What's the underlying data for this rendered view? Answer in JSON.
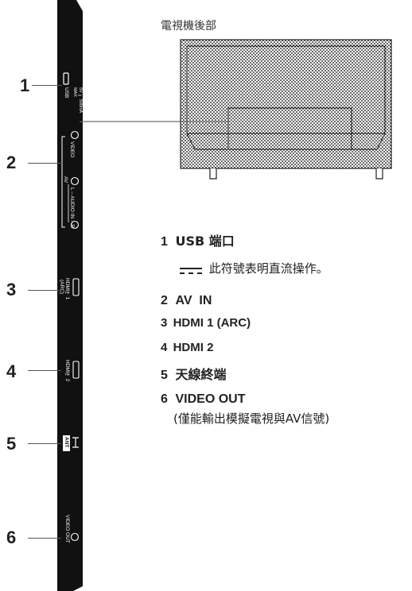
{
  "panel": {
    "usb_label": "USB",
    "usb_rating": "5V ⎓ 500mA MAX",
    "video_label": "VIDEO",
    "av_label": "AV",
    "audio_label": "L – AUDIO IN – R",
    "hdmi1_label": "HDMI™1",
    "hdmi1_sub": "(ARC)",
    "hdmi2_label": "HDMI™2",
    "ant_label": "ANT",
    "videoout_label": "VIDEO OUT"
  },
  "callouts": [
    "1",
    "2",
    "3",
    "4",
    "5",
    "6"
  ],
  "tv_back_title": "電視機後部",
  "legend": {
    "item1_num": "1",
    "item1_text": "USB 端口",
    "dc_note": "此符號表明直流操作。",
    "item2_num": "2",
    "item2_text": "AV  IN",
    "item3_num": "3",
    "item3_text": "HDMI 1 (ARC)",
    "item4_num": "4",
    "item4_text": "HDMI 2",
    "item5_num": "5",
    "item5_text": "天線終端",
    "item6_num": "6",
    "item6_text": "VIDEO OUT",
    "item6_note": "(僅能輸出模擬電視與AV信號)"
  },
  "colors": {
    "panel": "#111111",
    "lines": "#555555",
    "dots": "#000000"
  }
}
